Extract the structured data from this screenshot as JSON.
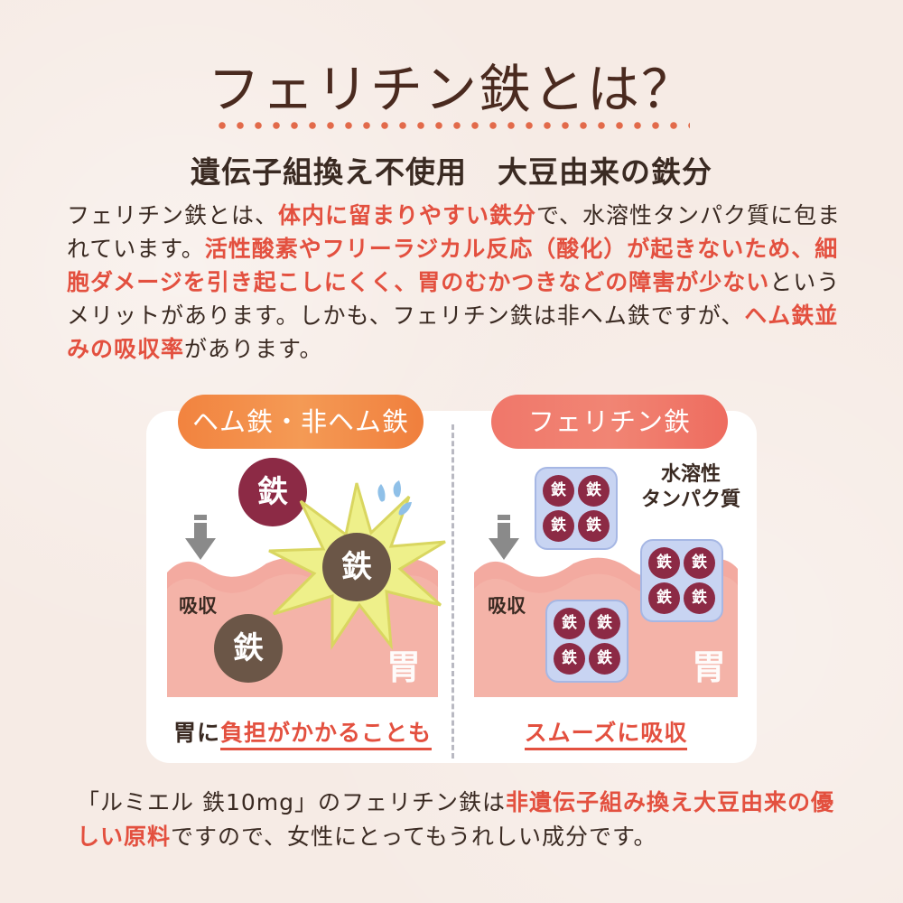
{
  "title": "フェリチン鉄とは？",
  "subtitle": "遺伝子組換え不使用　大豆由来の鉄分",
  "intro": [
    {
      "text": "フェリチン鉄とは、",
      "hl": false
    },
    {
      "text": "体内に留まりやすい鉄分",
      "hl": true
    },
    {
      "text": "で、水溶性タンパク質に包まれています。",
      "hl": false
    },
    {
      "text": "活性酸素やフリーラジカル反応（酸化）が起きないため、細胞ダメージを引き起こしにくく、胃のむかつきなどの障害が少ない",
      "hl": true
    },
    {
      "text": "というメリットがあります。しかも、フェリチン鉄は非ヘム鉄ですが、",
      "hl": false
    },
    {
      "text": "ヘム鉄並みの吸収率",
      "hl": true
    },
    {
      "text": "があります。",
      "hl": false
    }
  ],
  "left_panel": {
    "label": "ヘム鉄・非ヘム鉄",
    "iron": "鉄",
    "absorb": "吸収",
    "stomach": "胃",
    "caption_prefix": "胃に",
    "caption_highlight": "負担がかかることも"
  },
  "right_panel": {
    "label": "フェリチン鉄",
    "iron": "鉄",
    "absorb": "吸収",
    "stomach": "胃",
    "protein_line1": "水溶性",
    "protein_line2": "タンパク質",
    "caption": "スムーズに吸収"
  },
  "outro": [
    {
      "text": "「ルミエル 鉄10mg」のフェリチン鉄は",
      "hl": false
    },
    {
      "text": "非遺伝子組み換え大豆由来の優しい原料",
      "hl": true
    },
    {
      "text": "ですので、女性にとってもうれしい成分です。",
      "hl": false
    }
  ],
  "colors": {
    "accent": "#e3503f",
    "maroon": "#8c2a45",
    "brown": "#6b5647",
    "orange": "#f2833f",
    "capsule": "#c8d4f2",
    "stomach": "#f2a49a"
  }
}
